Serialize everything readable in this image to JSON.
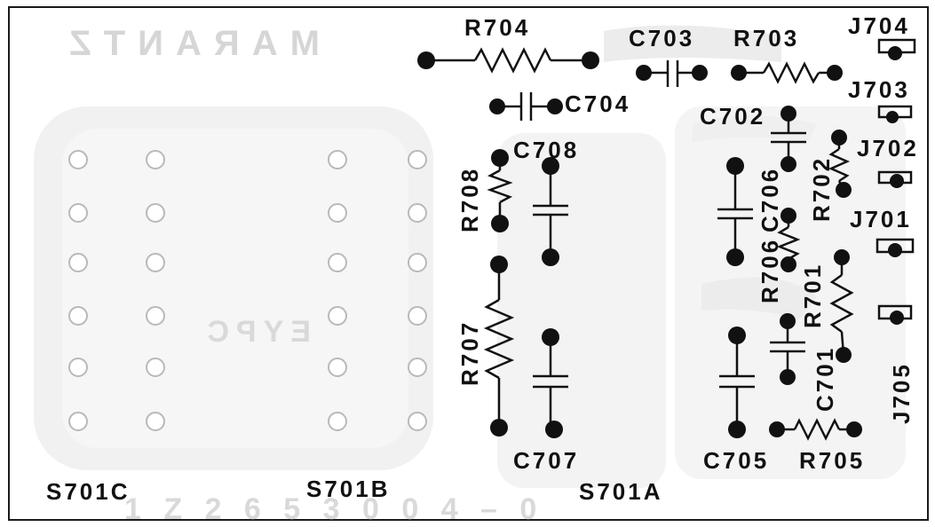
{
  "board": {
    "silkscreen_brand": "MARANTZ",
    "silkscreen_mark": "EYPC",
    "silkscreen_part": "1 Z 2 6 5 3 0 0 4 – 0"
  },
  "labels": {
    "r704": "R704",
    "c703": "C703",
    "r703": "R703",
    "j704": "J704",
    "j703": "J703",
    "c704": "C704",
    "c702": "C702",
    "c708": "C708",
    "j702": "J702",
    "r708": "R708",
    "c706": "C706",
    "r702": "R702",
    "j701": "J701",
    "r706": "R706",
    "r701": "R701",
    "r707": "R707",
    "c701": "C701",
    "j705": "J705",
    "c707": "C707",
    "c705": "C705",
    "r705": "R705",
    "s701c": "S701C",
    "s701b": "S701B",
    "s701a": "S701A"
  }
}
